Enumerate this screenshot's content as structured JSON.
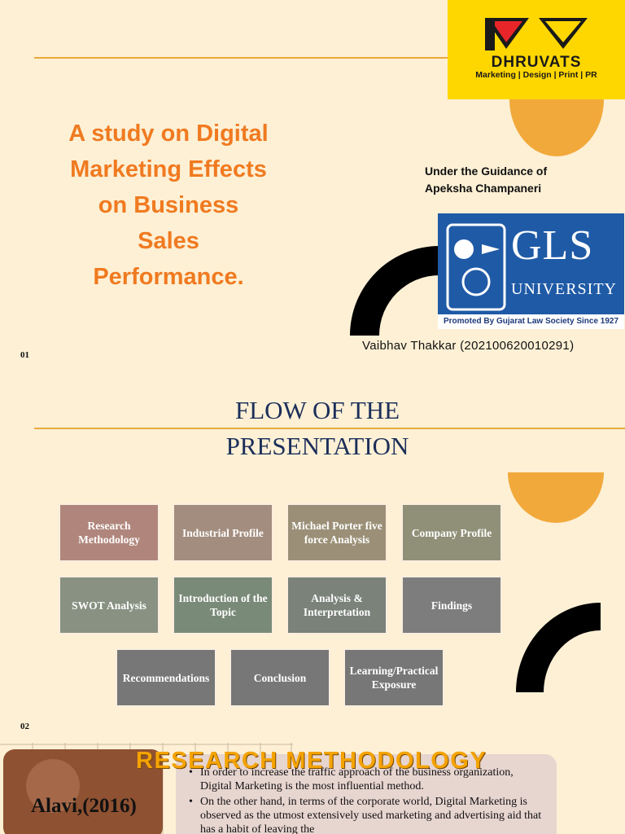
{
  "slide1": {
    "logo": {
      "name": "DHRUVATS",
      "tagline": "Marketing | Design | Print | PR"
    },
    "title_lines": [
      "A study on Digital",
      "Marketing Effects",
      "on Business",
      "Sales",
      "Performance."
    ],
    "guidance_line1": "Under the Guidance of",
    "guidance_line2": "Apeksha Champaneri",
    "gls": {
      "name": "GLS",
      "subtitle": "UNIVERSITY",
      "footer": "Promoted By Gujarat Law Society Since 1927"
    },
    "author": "Vaibhav Thakkar (202100620010291)",
    "page_number": "01",
    "colors": {
      "accent_orange": "#f07a20",
      "circle_orange": "#f2a93b",
      "logo_yellow": "#ffd700",
      "gls_blue": "#1f5aa6"
    }
  },
  "slide2": {
    "title_line1": "FLOW OF THE",
    "title_line2": "PRESENTATION",
    "page_number": "02",
    "boxes": [
      {
        "label": "Research Methodology",
        "color": "#b0867c"
      },
      {
        "label": "Industrial Profile",
        "color": "#a38d7e"
      },
      {
        "label": "Michael Porter five force Analysis",
        "color": "#9b9077"
      },
      {
        "label": "Company Profile",
        "color": "#8f9077"
      },
      {
        "label": "SWOT Analysis",
        "color": "#889182"
      },
      {
        "label": "Introduction of the Topic",
        "color": "#7a8a78"
      },
      {
        "label": "Analysis & Interpretation",
        "color": "#7a827a"
      },
      {
        "label": "Findings",
        "color": "#7d7d7d"
      },
      {
        "label": "Recommendations",
        "color": "#777777"
      },
      {
        "label": "Conclusion",
        "color": "#777777"
      },
      {
        "label": "Learning/Practical Exposure",
        "color": "#777777"
      }
    ]
  },
  "slide3": {
    "heading": "RESEARCH METHODOLOGY",
    "author_ref": "Alavi,(2016)",
    "bullets": [
      "In order to increase the traffic approach of the business organization, Digital Marketing is the most influential method.",
      "On the other hand, in terms of the corporate world, Digital Marketing is observed as the utmost extensively used marketing and advertising aid that has a habit of leaving the"
    ]
  }
}
